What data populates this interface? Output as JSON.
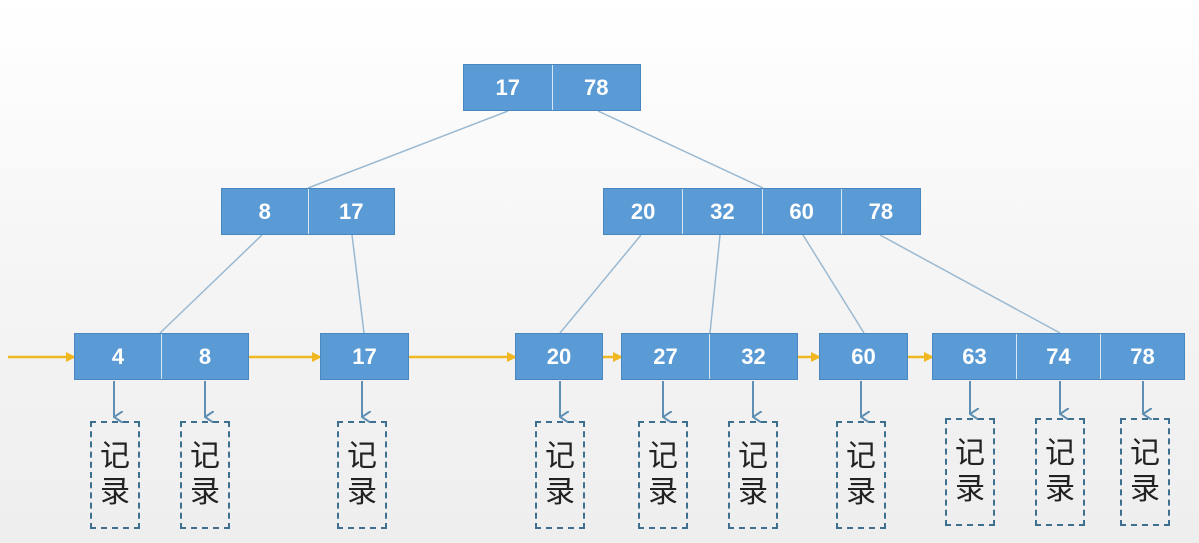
{
  "root": {
    "keys": [
      "17",
      "78"
    ]
  },
  "internal_nodes": [
    {
      "keys": [
        "8",
        "17"
      ]
    },
    {
      "keys": [
        "20",
        "32",
        "60",
        "78"
      ]
    }
  ],
  "leaf_nodes": [
    {
      "keys": [
        "4",
        "8"
      ]
    },
    {
      "keys": [
        "17"
      ]
    },
    {
      "keys": [
        "20"
      ]
    },
    {
      "keys": [
        "27",
        "32"
      ]
    },
    {
      "keys": [
        "60"
      ]
    },
    {
      "keys": [
        "63",
        "74",
        "78"
      ]
    }
  ],
  "record_label": {
    "line1": "记",
    "line2": "录"
  },
  "colors": {
    "node_fill": "#5a9bd5",
    "tree_edge": "#9ab9d2",
    "leaf_link_arrow": "#f0b820",
    "record_arrow": "#5f8fb3",
    "record_border": "#3d6f8e"
  }
}
